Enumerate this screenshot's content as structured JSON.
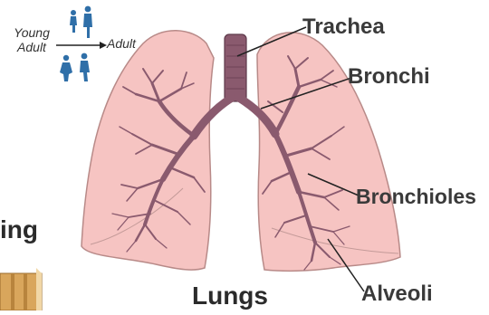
{
  "labels": {
    "trachea": "Trachea",
    "bronchi": "Bronchi",
    "bronchioles": "Bronchioles",
    "alveoli": "Alveoli",
    "lungs": "Lungs",
    "partial_heading": "ing"
  },
  "age_legend": {
    "young_adult": "Young\nAdult",
    "adult": "Adult"
  },
  "colors": {
    "lung_fill": "#f6c4c2",
    "lung_edge": "#b88a88",
    "airway": "#8a5a6e",
    "airway_dark": "#5e3a4b",
    "leader": "#222222",
    "figure_blue": "#2f6fa8",
    "label_text": "#3a3a3a",
    "book_fill": "#d9a65c"
  },
  "icons": [
    "person-figures-icon",
    "arrow-right-icon",
    "book-icon"
  ]
}
